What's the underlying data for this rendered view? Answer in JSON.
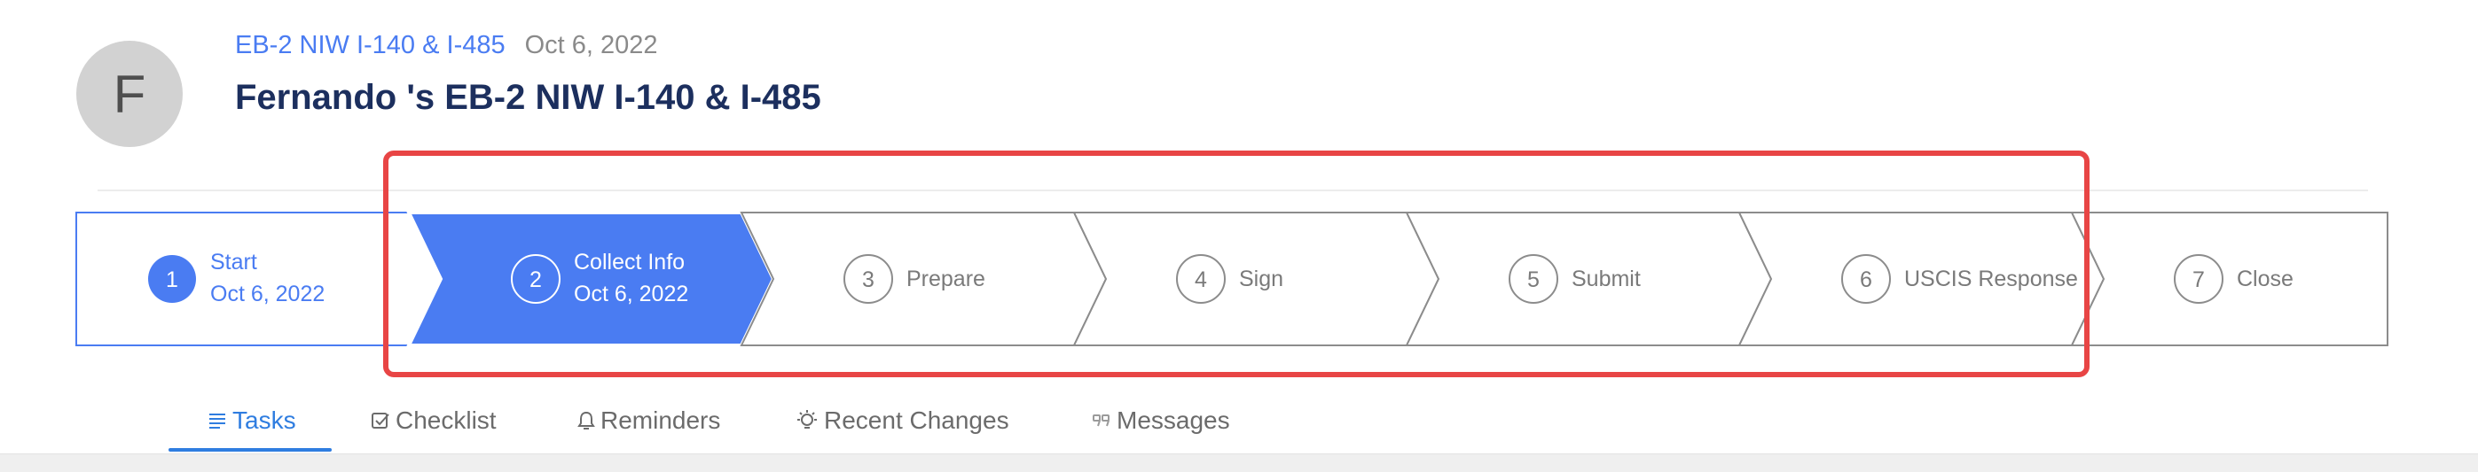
{
  "header": {
    "avatar_letter": "F",
    "breadcrumb_link": "EB-2 NIW I-140 & I-485",
    "breadcrumb_date": "Oct 6, 2022",
    "title": "Fernando 's EB-2 NIW I-140 & I-485"
  },
  "stepper": {
    "steps": [
      {
        "number": "1",
        "label": "Start",
        "date": "Oct 6, 2022",
        "state": "done"
      },
      {
        "number": "2",
        "label": "Collect Info",
        "date": "Oct 6, 2022",
        "state": "current"
      },
      {
        "number": "3",
        "label": "Prepare",
        "state": "pending"
      },
      {
        "number": "4",
        "label": "Sign",
        "state": "pending"
      },
      {
        "number": "5",
        "label": "Submit",
        "state": "pending"
      },
      {
        "number": "6",
        "label": "USCIS Response",
        "state": "pending"
      },
      {
        "number": "7",
        "label": "Close",
        "state": "pending"
      }
    ],
    "colors": {
      "active": "#4a7cf2",
      "pending_border": "#8c8c8c",
      "pending_text": "#7a7a7a",
      "highlight": "#e84545"
    }
  },
  "tabs": {
    "items": [
      {
        "label": "Tasks",
        "icon": "list-icon",
        "active": true
      },
      {
        "label": "Checklist",
        "icon": "checkbox-icon"
      },
      {
        "label": "Reminders",
        "icon": "bell-icon"
      },
      {
        "label": "Recent Changes",
        "icon": "lightbulb-icon"
      },
      {
        "label": "Messages",
        "icon": "quote-icon"
      }
    ]
  }
}
